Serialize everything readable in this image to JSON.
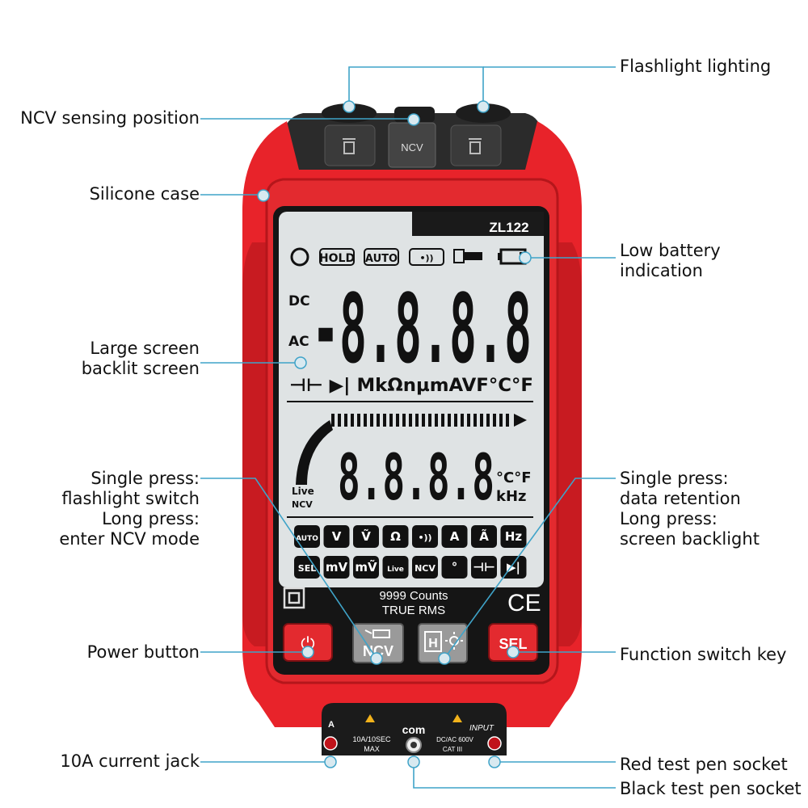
{
  "model": "ZL122",
  "callouts": {
    "flashlight_lighting": "Flashlight lighting",
    "ncv_sensing": "NCV sensing position",
    "silicone_case": "Silicone case",
    "low_battery_1": "Low battery",
    "low_battery_2": "indication",
    "large_screen_1": "Large screen",
    "large_screen_2": "backlit screen",
    "single_press_left_1": "Single press:",
    "single_press_left_2": "flashlight switch",
    "single_press_left_3": "Long press:",
    "single_press_left_4": "enter NCV mode",
    "single_press_right_1": "Single press:",
    "single_press_right_2": "data retention",
    "single_press_right_3": "Long press:",
    "single_press_right_4": "screen backlight",
    "power_button": "Power button",
    "function_switch": "Function switch key",
    "current_jack": "10A current jack",
    "red_socket": "Red test pen socket",
    "black_socket": "Black test pen socket"
  },
  "top_buttons": {
    "ncv": "NCV"
  },
  "lcd": {
    "hold": "HOLD",
    "auto": "AUTO",
    "continuity": "•))",
    "dc": "DC",
    "ac": "AC",
    "main_digits": "-8.8.8.8",
    "units_row": "⊣⊢ ▶| MkΩnµmAVF°C°F",
    "sub_digits": "8.8.8.8",
    "sub_unit_1": "°C°F",
    "sub_unit_2": "kHz",
    "live": "Live",
    "ncv": "NCV",
    "mode_row1": [
      "AUTO",
      "V",
      "Ṽ",
      "Ω",
      "•))",
      "A",
      "Ã",
      "Hz"
    ],
    "mode_row2": [
      "SEL",
      "mV",
      "mṼ",
      "Live",
      "NCV",
      "°",
      "⊣⊢",
      "▶|"
    ]
  },
  "counts": "9999 Counts",
  "true_rms": "TRUE RMS",
  "ce_mark": "CE",
  "buttons": {
    "power": "⏻",
    "ncv": "NCV",
    "hold": "H",
    "sel": "SEL"
  },
  "jacks": {
    "a": "A",
    "a_rating": "10A/10SEC",
    "a_max": "MAX",
    "com": "com",
    "input_rating": "DC/AC 600V",
    "cat": "CAT III",
    "input": "INPUT"
  },
  "colors": {
    "case_red": "#e8232a",
    "case_dark_red": "#b5161b",
    "lcd_bg": "#dfe3e4",
    "callout_line": "#3fa3c8"
  }
}
